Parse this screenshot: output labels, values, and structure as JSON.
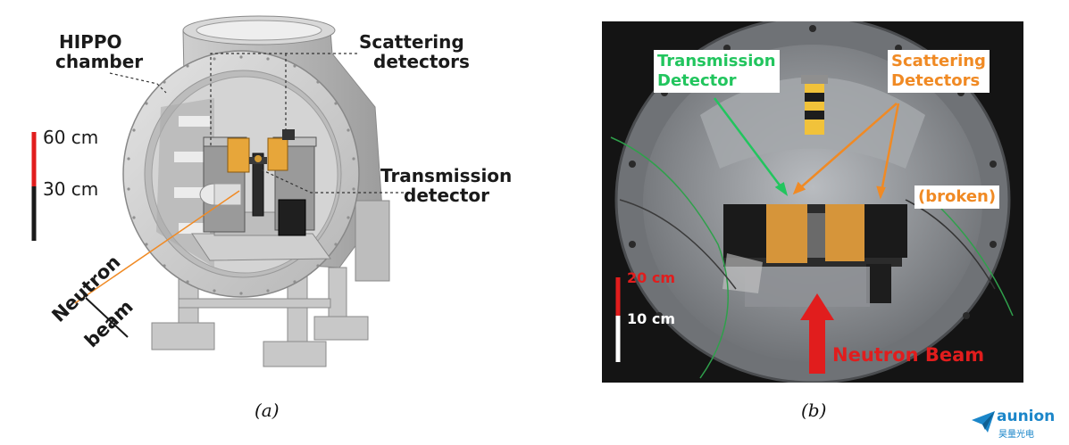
{
  "panel_a": {
    "labels": {
      "hippo_line1": "HIPPO",
      "hippo_line2": "chamber",
      "scattering_line1": "Scattering",
      "scattering_line2": "detectors",
      "transmission_line1": "Transmission",
      "transmission_line2": "detector",
      "neutron_line1": "Neutron",
      "neutron_line2": "beam"
    },
    "scale": {
      "top": "60 cm",
      "mid": "30 cm"
    },
    "caption": "(a)"
  },
  "panel_b": {
    "labels": {
      "transmission_line1": "Transmission",
      "transmission_line2": "Detector",
      "scattering_line1": "Scattering",
      "scattering_line2": "Detectors",
      "broken": "(broken)",
      "beam": "Neutron Beam"
    },
    "scale": {
      "top": "20 cm",
      "mid": "10 cm"
    },
    "caption": "(b)"
  },
  "logo": {
    "name": "aunion",
    "subtitle": "昊量光电"
  },
  "colors": {
    "green": "#22c55e",
    "orange": "#f08a24",
    "red": "#e11d1d",
    "detector_gold": "#e7a63a",
    "logo_blue": "#1b86c9"
  }
}
